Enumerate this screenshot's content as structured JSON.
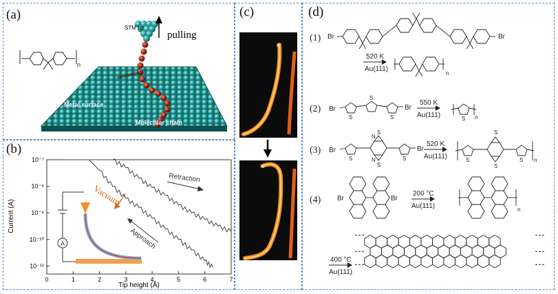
{
  "figure": {
    "panel_a": {
      "label": "(a)",
      "stm_tip": "STM tip",
      "pulling": "pulling",
      "metal_surface": "Metal surface",
      "molecular_chain": "Molecular chain",
      "subscript_n": "n"
    },
    "panel_b": {
      "label": "(b)",
      "retraction": "Retraction",
      "approach": "Approach",
      "vacuum": "Vacuum",
      "circuit_symbol": "A"
    },
    "panel_c": {
      "label": "(c)",
      "marker": "×"
    },
    "panel_d": {
      "label": "(d)",
      "reactions": [
        {
          "num": "(1)",
          "temp": "520 K",
          "surface": "Au(111)"
        },
        {
          "num": "(2)",
          "temp": "550 K",
          "surface": "Au(111)"
        },
        {
          "num": "(3)",
          "temp": "520 K",
          "surface": "Au(111)"
        },
        {
          "num": "(4)",
          "temp": "200 °C",
          "surface": "Au(111)"
        },
        {
          "num": "",
          "temp": "400 °C",
          "surface": "Au(111)"
        }
      ],
      "br": "Br",
      "s": "S",
      "n": "N",
      "subscript_n": "n"
    }
  },
  "colors": {
    "border": "#5b87c2",
    "surface": "#2ba7a3",
    "chain": "#9b2d1e",
    "approach_line": "#555555",
    "vacuum": "#d46a1a"
  },
  "chart_data": {
    "type": "line",
    "xlabel": "Tip height (Å)",
    "ylabel": "Current (A)",
    "xlim": [
      0,
      7
    ],
    "ylim_log10": [
      -11.3,
      -7
    ],
    "log_y": true,
    "x_ticks": [
      "0",
      "1",
      "2",
      "3",
      "4",
      "5",
      "6",
      "7"
    ],
    "y_ticks": [
      "10⁻⁷",
      "10⁻⁸",
      "10⁻⁹",
      "10⁻¹⁰",
      "10⁻¹¹"
    ],
    "y_tick_values": [
      -7,
      -8,
      -9,
      -10,
      -11
    ],
    "series": [
      {
        "x": [
          0.6,
          1.6,
          2.5,
          3.0,
          3.5,
          4.0,
          4.5,
          5.0,
          5.5,
          6.0,
          6.5,
          7.0
        ],
        "log10_y": [
          -7.0,
          -7.0,
          -7.0,
          -7.3,
          -7.7,
          -8.05,
          -8.35,
          -8.7,
          -9.0,
          -9.25,
          -9.5,
          -9.7
        ]
      },
      {
        "x": [
          1.6,
          2.0,
          2.5,
          3.0,
          3.5,
          4.0,
          4.5,
          5.0,
          5.5,
          6.0,
          6.3
        ],
        "log10_y": [
          -7.0,
          -7.4,
          -8.0,
          -8.45,
          -8.8,
          -9.2,
          -9.6,
          -10.0,
          -10.4,
          -10.8,
          -11.05
        ]
      }
    ]
  }
}
